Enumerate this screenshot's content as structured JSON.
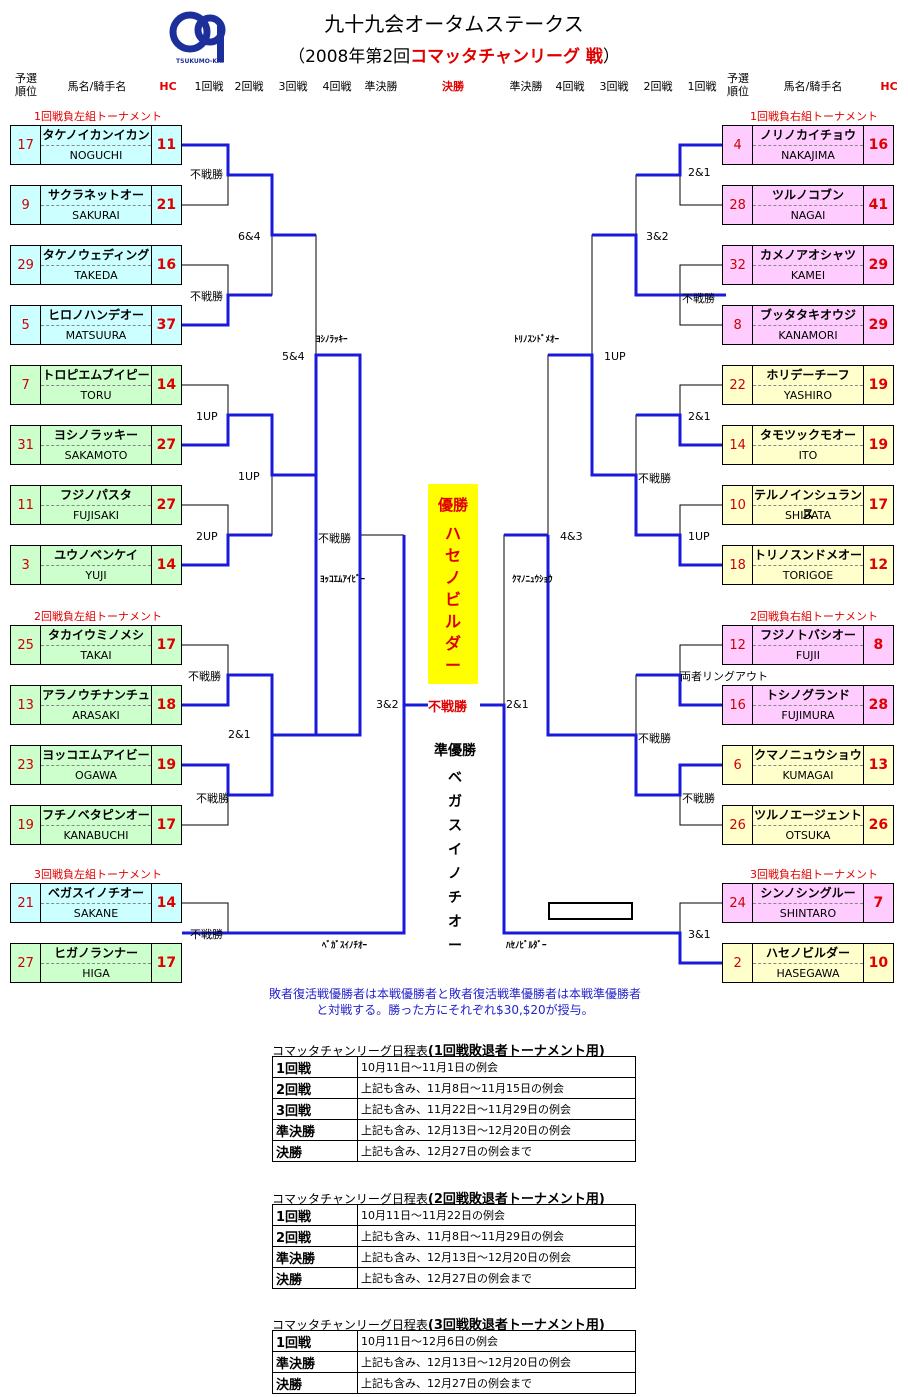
{
  "title": "九十九会オータムステークス",
  "subtitle_prefix": "（2008年第2回",
  "subtitle_red": "コマッタチャンリーグ 戦",
  "subtitle_suffix": "）",
  "logo_text": "TSUKUMO-KAI",
  "headers": {
    "seed": "予選\n順位",
    "horse": "馬名/騎手名",
    "hc": "HC",
    "r1": "1回戦",
    "r2": "2回戦",
    "r3": "3回戦",
    "r4": "4回戦",
    "semi": "準決勝",
    "final": "決勝"
  },
  "section_labels": {
    "l1": "1回戦負左組トーナメント",
    "r1": "1回戦負右組トーナメント",
    "l2": "2回戦負左組トーナメント",
    "r2": "2回戦負右組トーナメント",
    "l3": "3回戦負左組トーナメント",
    "r3": "3回戦負右組トーナメント"
  },
  "left_entries": [
    {
      "seed": "17",
      "name": "タケノイカンイカン",
      "jockey": "NOGUCHI",
      "hc": "11",
      "color": "cyan"
    },
    {
      "seed": "9",
      "name": "サクラネットオー",
      "jockey": "SAKURAI",
      "hc": "21",
      "color": "cyan"
    },
    {
      "seed": "29",
      "name": "タケノウェディング",
      "jockey": "TAKEDA",
      "hc": "16",
      "color": "cyan"
    },
    {
      "seed": "5",
      "name": "ヒロノハンデオー",
      "jockey": "MATSUURA",
      "hc": "37",
      "color": "cyan"
    },
    {
      "seed": "7",
      "name": "トロピエムブイピー",
      "jockey": "TORU",
      "hc": "14",
      "color": "green"
    },
    {
      "seed": "31",
      "name": "ヨシノラッキー",
      "jockey": "SAKAMOTO",
      "hc": "27",
      "color": "green"
    },
    {
      "seed": "11",
      "name": "フジノパスタ",
      "jockey": "FUJISAKI",
      "hc": "27",
      "color": "green"
    },
    {
      "seed": "3",
      "name": "ユウノベンケイ",
      "jockey": "YUJI",
      "hc": "14",
      "color": "green"
    },
    {
      "seed": "25",
      "name": "タカイウミノメシ",
      "jockey": "TAKAI",
      "hc": "17",
      "color": "green"
    },
    {
      "seed": "13",
      "name": "アラノウチナンチュ",
      "jockey": "ARASAKI",
      "hc": "18",
      "color": "green"
    },
    {
      "seed": "23",
      "name": "ヨッコエムアイビー",
      "jockey": "OGAWA",
      "hc": "19",
      "color": "green"
    },
    {
      "seed": "19",
      "name": "フチノベタピンオー",
      "jockey": "KANABUCHI",
      "hc": "17",
      "color": "green"
    },
    {
      "seed": "21",
      "name": "ベガスイノチオー",
      "jockey": "SAKANE",
      "hc": "14",
      "color": "cyan"
    },
    {
      "seed": "27",
      "name": "ヒガノランナー",
      "jockey": "HIGA",
      "hc": "17",
      "color": "green"
    }
  ],
  "right_entries": [
    {
      "seed": "4",
      "name": "ノリノカイチョウ",
      "jockey": "NAKAJIMA",
      "hc": "16",
      "color": "pink"
    },
    {
      "seed": "28",
      "name": "ツルノコブン",
      "jockey": "NAGAI",
      "hc": "41",
      "color": "pink"
    },
    {
      "seed": "32",
      "name": "カメノアオシャツ",
      "jockey": "KAMEI",
      "hc": "29",
      "color": "pink"
    },
    {
      "seed": "8",
      "name": "ブッタタキオウジ",
      "jockey": "KANAMORI",
      "hc": "29",
      "color": "pink"
    },
    {
      "seed": "22",
      "name": "ホリデーチーフ",
      "jockey": "YASHIRO",
      "hc": "19",
      "color": "yellow"
    },
    {
      "seed": "14",
      "name": "タモツックモオー",
      "jockey": "ITO",
      "hc": "19",
      "color": "yellow"
    },
    {
      "seed": "10",
      "name": "テルノインシュランス",
      "jockey": "SHIBATA",
      "hc": "17",
      "color": "yellow"
    },
    {
      "seed": "18",
      "name": "トリノスンドメオー",
      "jockey": "TORIGOE",
      "hc": "12",
      "color": "yellow"
    },
    {
      "seed": "12",
      "name": "フジノトバシオー",
      "jockey": "FUJII",
      "hc": "8",
      "color": "pink"
    },
    {
      "seed": "16",
      "name": "トシノグランド",
      "jockey": "FUJIMURA",
      "hc": "28",
      "color": "pink"
    },
    {
      "seed": "6",
      "name": "クマノニュウショウ",
      "jockey": "KUMAGAI",
      "hc": "13",
      "color": "yellow"
    },
    {
      "seed": "26",
      "name": "ツルノエージェント",
      "jockey": "OTSUKA",
      "hc": "26",
      "color": "yellow"
    },
    {
      "seed": "24",
      "name": "シンノシングルー",
      "jockey": "SHINTARO",
      "hc": "7",
      "color": "pink"
    },
    {
      "seed": "2",
      "name": "ハセノビルダー",
      "jockey": "HASEGAWA",
      "hc": "10",
      "color": "yellow"
    }
  ],
  "left_results": [
    "不戦勝",
    "不戦勝",
    "6&4",
    "1UP",
    "1UP",
    "2UP",
    "5&4",
    "不戦勝",
    "不戦勝",
    "2&1",
    "不戦勝",
    "3&2"
  ],
  "right_results": [
    "2&1",
    "不戦勝",
    "3&2",
    "2&1",
    "不戦勝",
    "1UP",
    "1UP",
    "両者リングアウト",
    "不戦勝",
    "不戦勝",
    "4&3",
    "3&1",
    "2&1"
  ],
  "winner_labels": {
    "l_top": "ﾖｼﾉﾗｯｷｰ",
    "l_mid": "ﾖｯｺｴﾑｱｲﾋﾞｰ",
    "l_bot": "ﾍﾞｶﾞｽｲﾉﾁｵｰ",
    "r_top": "ﾄﾘﾉｽﾝﾄﾞﾒｵｰ",
    "r_mid": "ｸﾏﾉﾆｭｳｼｮｳ",
    "r_bot": "ﾊｾﾉﾋﾞﾙﾀﾞｰ"
  },
  "champion": {
    "label": "優勝",
    "name": "ハセノビルダー"
  },
  "final_result": "不戦勝",
  "runner_up": {
    "label": "準優勝",
    "name": "ベガスイノチオー"
  },
  "note_line1": "敗者復活戦優勝者は本戦優勝者と敗者復活戦準優勝者は本戦準優勝者",
  "note_line2": "と対戦する。勝った方にそれぞれ$30,$20が授与。",
  "schedules": [
    {
      "title": "コマッタチャンリーグ日程表",
      "title_bold": "(1回戦敗退者トーナメント用)",
      "rows": [
        [
          "1回戦",
          "10月11日～11月1日の例会"
        ],
        [
          "2回戦",
          "上記も含み、11月8日～11月15日の例会"
        ],
        [
          "3回戦",
          "上記も含み、11月22日～11月29日の例会"
        ],
        [
          "準決勝",
          "上記も含み、12月13日～12月20日の例会"
        ],
        [
          "決勝",
          "上記も含み、12月27日の例会まで"
        ]
      ]
    },
    {
      "title": "コマッタチャンリーグ日程表",
      "title_bold": "(2回戦敗退者トーナメント用)",
      "rows": [
        [
          "1回戦",
          "10月11日～11月22日の例会"
        ],
        [
          "2回戦",
          "上記も含み、11月8日～11月29日の例会"
        ],
        [
          "準決勝",
          "上記も含み、12月13日～12月20日の例会"
        ],
        [
          "決勝",
          "上記も含み、12月27日の例会まで"
        ]
      ]
    },
    {
      "title": "コマッタチャンリーグ日程表",
      "title_bold": "(3回戦敗退者トーナメント用)",
      "rows": [
        [
          "1回戦",
          "10月11日～12月6日の例会"
        ],
        [
          "準決勝",
          "上記も含み、12月13日～12月20日の例会"
        ],
        [
          "決勝",
          "上記も含み、12月27日の例会まで"
        ]
      ]
    }
  ],
  "colors": {
    "accent_red": "#e00000",
    "bracket_blue": "#1a1adb",
    "note_blue": "#2222cc",
    "cyan": "#ccffff",
    "green": "#ccffcc",
    "pink": "#ffccff",
    "yellow": "#ffffcc",
    "champion_bg": "#ffff00"
  }
}
